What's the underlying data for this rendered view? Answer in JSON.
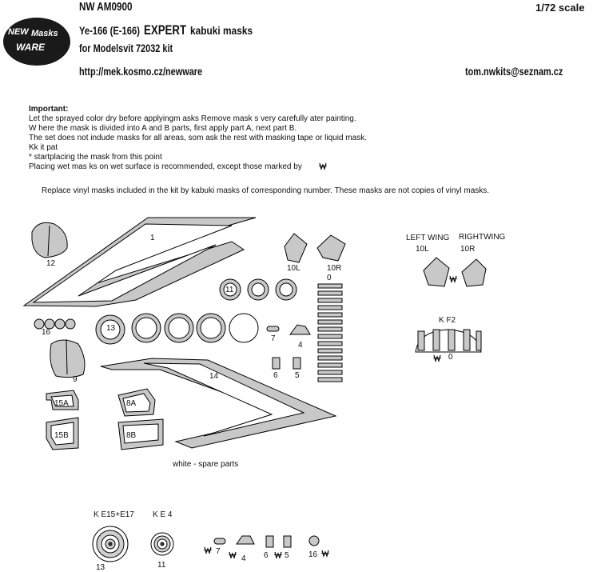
{
  "header": {
    "code": "NW AM0900",
    "scale": "1/72 scale",
    "title_prefix": "Ye-166 (E-166)",
    "title_expert": "EXPERT",
    "title_suffix": "kabuki masks",
    "subtitle": "for Modelsvit 72032 kit",
    "url": "http://mek.kosmo.cz/newware",
    "email": "tom.nwkits@seznam.cz"
  },
  "logo": {
    "line1": "NEW",
    "line2": "Masks",
    "line3": "WARE"
  },
  "instructions": {
    "heading": "Important:",
    "lines": [
      "Let the sprayed color dry before applyingm asks Remove mask s very carefully ater painting.",
      "W here the mask is divided into A and B parts, first apply part A, next part B.",
      "The set does not indude masks for all areas, som ask the rest with masking tape or liquid mask.",
      "Kk it pat",
      "* startplacing the mask from this point",
      "Placing wet mas ks on wet surface is recommended, except those marked by"
    ],
    "note": "Replace vinyl masks included in the kit by kabuki masks of corresponding number. These masks are not copies of vinyl masks."
  },
  "sheet_labels": {
    "l1": "1",
    "l12": "12",
    "l10L": "10L",
    "l10R": "10R",
    "l0": "0",
    "l11": "11",
    "l13": "13",
    "l16": "16",
    "l7": "7",
    "l4": "4",
    "l9": "9",
    "l6": "6",
    "l5": "5",
    "l14": "14",
    "l15A": "15A",
    "l15B": "15B",
    "l8A": "8A",
    "l8B": "8B",
    "spare": "white - spare parts"
  },
  "wing_diagram": {
    "left": "LEFT WING",
    "right": "RIGHTWING",
    "l10L": "10L",
    "l10R": "10R"
  },
  "kf2": {
    "title": "K F2",
    "zero": "0"
  },
  "wheels": {
    "ke15": "K E15+E17",
    "ke4": "K E 4",
    "n13": "13",
    "n11": "11",
    "b7": "7",
    "b4": "4",
    "b6": "6",
    "b5": "5",
    "b16": "16"
  }
}
